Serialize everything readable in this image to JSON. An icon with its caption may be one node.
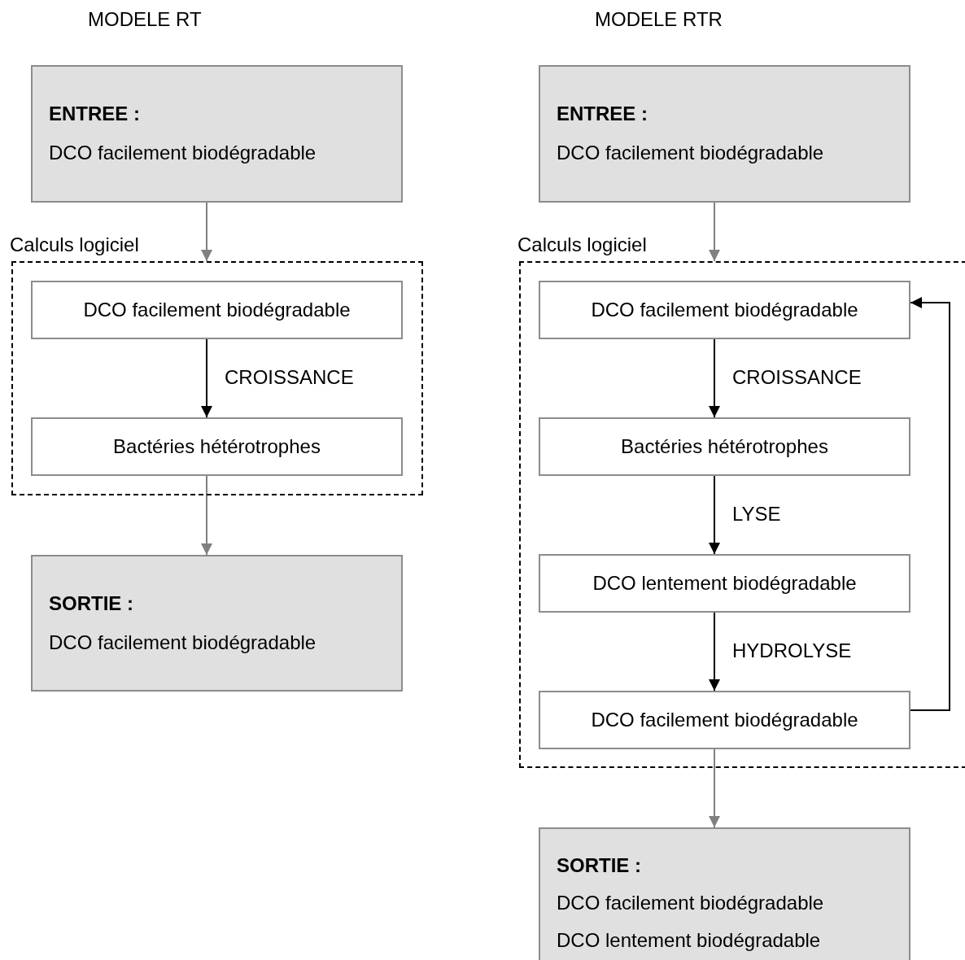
{
  "diagram": {
    "nodes": [
      {
        "text": [
          "ENTREE :",
          "DCO facilement biodégradable"
        ]
      },
      {
        "text": [
          "Calculs logiciel"
        ]
      },
      {
        "text": [
          "DCO facilement biodégradable"
        ],
        "in": 1
      },
      {
        "text": [
          "Bactéries hétérotrophes"
        ],
        "in": 1
      },
      {
        "text": [
          "SORTIE :",
          "DCO facilement biodégradable"
        ]
      },
      {
        "text": [
          "ENTREE :",
          "DCO facilement biodégradable"
        ]
      },
      {
        "text": [
          "Calculs logiciel"
        ]
      },
      {
        "text": [
          "DCO facilement biodégradable"
        ],
        "in": 6
      },
      {
        "text": [
          "Bactéries hétérotrophes"
        ],
        "in": 6
      },
      {
        "text": [
          "DCO lentement biodégradable"
        ],
        "in": 6
      },
      {
        "text": [
          "DCO facilement biodégradable"
        ],
        "in": 6
      },
      {
        "text": [
          "SORTIE :",
          "DCO facilement biodégradable",
          "DCO lentement biodégradable"
        ]
      }
    ],
    "edges": [
      {
        "from": 0,
        "to": 1,
        "arrow": "to",
        "color": "#808080"
      },
      {
        "from": 2,
        "to": 3,
        "arrow": "to",
        "label": "CROISSANCE"
      },
      {
        "from": 3,
        "to": 4,
        "arrow": "to",
        "color": "#808080"
      },
      {
        "from": 5,
        "to": 6,
        "arrow": "to",
        "color": "#808080"
      },
      {
        "from": 7,
        "to": 8,
        "arrow": "to",
        "label": "CROISSANCE"
      },
      {
        "from": 8,
        "to": 9,
        "arrow": "to",
        "label": "LYSE"
      },
      {
        "from": 9,
        "to": 10,
        "arrow": "to",
        "label": "HYDROLYSE"
      },
      {
        "from": 10,
        "to": 7,
        "arrow": "to"
      },
      {
        "from": 10,
        "to": 11,
        "arrow": "to",
        "color": "#808080"
      }
    ],
    "labels": [
      "MODELE RT",
      "MODELE RTR"
    ]
  }
}
